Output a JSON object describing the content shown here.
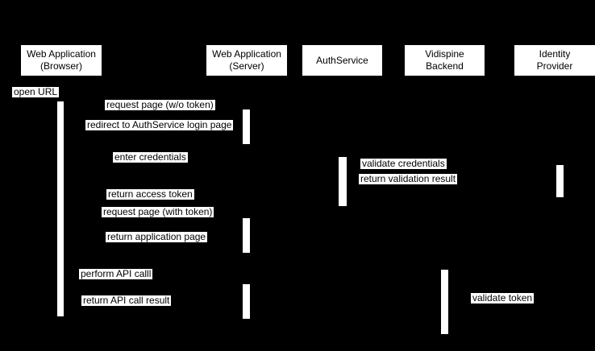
{
  "diagram": {
    "type": "sequence-diagram",
    "background_color": "#000000",
    "box_fill_color": "#ffffff",
    "text_color": "#000000"
  },
  "participants": [
    {
      "label": "Web Application\n(Browser)"
    },
    {
      "label": "Web Application\n(Server)"
    },
    {
      "label": "AuthService"
    },
    {
      "label": "Vidispine\nBackend"
    },
    {
      "label": "Identity\nProvider"
    }
  ],
  "messages": [
    {
      "label": "open URL"
    },
    {
      "label": "request page (w/o token)"
    },
    {
      "label": "redirect to AuthService login page"
    },
    {
      "label": "enter credentials"
    },
    {
      "label": "validate credentials"
    },
    {
      "label": "return validation result"
    },
    {
      "label": "return access token"
    },
    {
      "label": "request page (with token)"
    },
    {
      "label": "return application page"
    },
    {
      "label": "perform API calll"
    },
    {
      "label": "return API call result"
    },
    {
      "label": "validate token"
    }
  ]
}
